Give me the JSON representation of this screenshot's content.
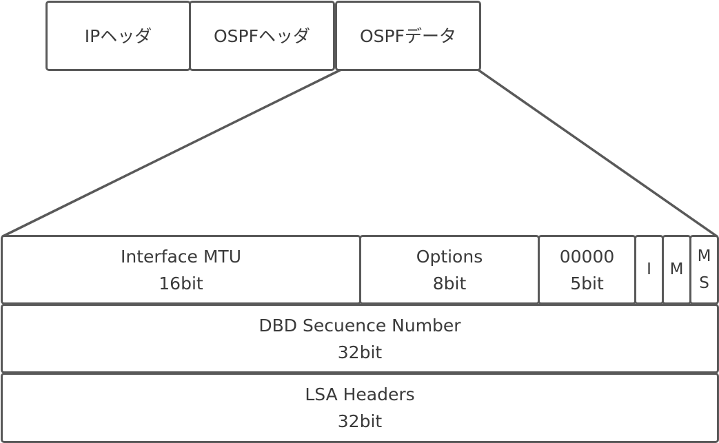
{
  "header": {
    "ip": "IPヘッダ",
    "ospf": "OSPFヘッダ",
    "data": "OSPFデータ"
  },
  "fields": {
    "interface_mtu": {
      "name": "Interface MTU",
      "size": "16bit"
    },
    "options": {
      "name": "Options",
      "size": "8bit"
    },
    "reserved": {
      "name": "00000",
      "size": "5bit"
    },
    "i_flag": "I",
    "m_flag": "M",
    "ms_flag": {
      "line1": "M",
      "line2": "S"
    },
    "dbd_sequence": {
      "name": "DBD Secuence Number",
      "size": "32bit"
    },
    "lsa_headers": {
      "name": "LSA Headers",
      "size": "32bit"
    }
  },
  "colors": {
    "border": "#595959",
    "text": "#3a3a3a",
    "background": "#ffffff"
  }
}
